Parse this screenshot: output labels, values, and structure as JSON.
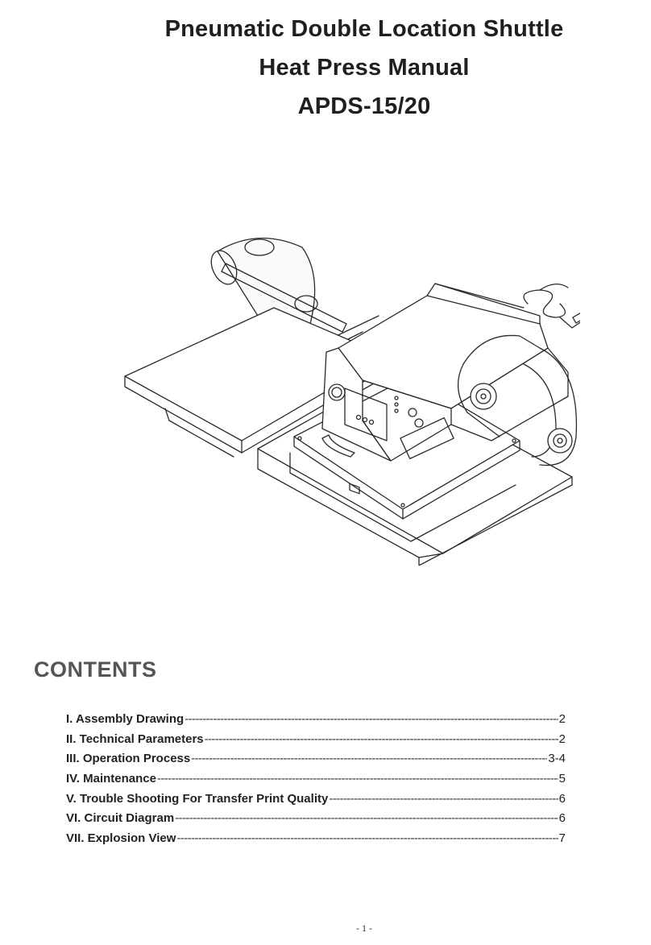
{
  "title": {
    "line1": "Pneumatic Double Location Shuttle",
    "line2": "Heat Press Manual",
    "line3": "APDS-15/20"
  },
  "illustration": {
    "icon": "heat-press-machine-drawing"
  },
  "contents": {
    "heading": "CONTENTS",
    "items": [
      {
        "label": "I. Assembly Drawing",
        "page": "2"
      },
      {
        "label": "II. Technical Parameters",
        "page": "2"
      },
      {
        "label": "III. Operation Process",
        "page": "3-4"
      },
      {
        "label": "IV. Maintenance",
        "page": "5"
      },
      {
        "label": "V. Trouble Shooting For Transfer Print Quality",
        "page": "6"
      },
      {
        "label": "VI. Circuit Diagram",
        "page": "6"
      },
      {
        "label": "VII. Explosion View",
        "page": "7"
      }
    ]
  },
  "footer": {
    "page_number": "- 1 -"
  }
}
